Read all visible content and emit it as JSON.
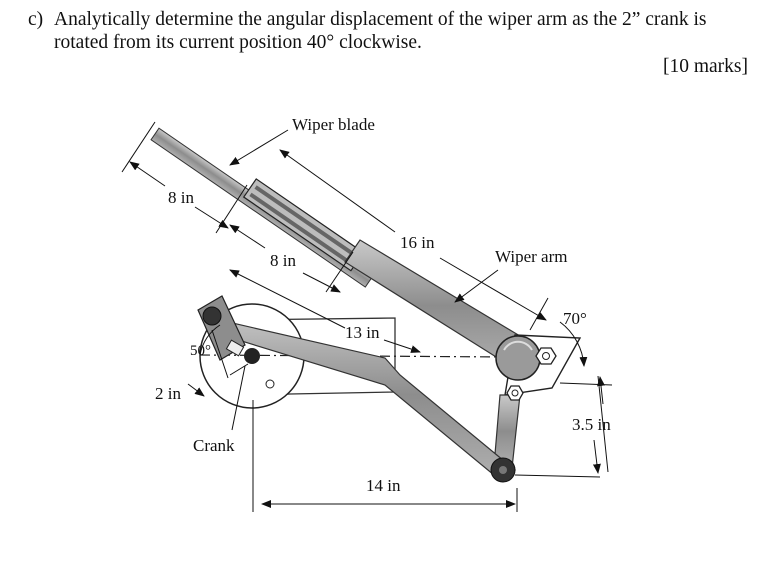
{
  "question": {
    "number": "c)",
    "line1": "Analytically determine the angular displacement of the wiper arm as the 2” crank is",
    "line2": "rotated from its current position 40° clockwise.",
    "marks": "[10 marks]"
  },
  "figure": {
    "labels": {
      "wiper_blade": "Wiper blade",
      "blade_len_1": "8 in",
      "blade_len_2": "8 in",
      "arm_len": "16 in",
      "wiper_arm": "Wiper arm",
      "angle_70": "70°",
      "coupler_len": "13 in",
      "angle_50": "50°",
      "crank_len": "2 in",
      "crank": "Crank",
      "vertical_offset": "3.5 in",
      "horizontal_dist": "14 in"
    }
  }
}
